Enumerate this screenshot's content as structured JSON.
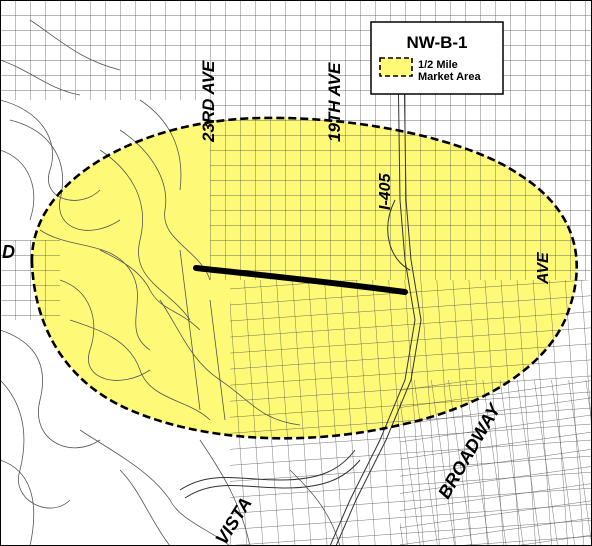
{
  "legend": {
    "title": "NW-B-1",
    "item_line1": "1/2 Mile",
    "item_line2": "Market Area",
    "swatch_color": "#fefa78"
  },
  "streets": {
    "ave_23rd": "23RD AVE",
    "ave_19th": "19TH AVE",
    "i405": "I-405",
    "ave_east": "AVE",
    "broadway": "BROADWAY",
    "vista": "VISTA",
    "left_d": "D"
  },
  "colors": {
    "market_area_fill": "#fefa78",
    "boundary": "#000000",
    "corridor": "#000000",
    "streets": "#555555"
  }
}
